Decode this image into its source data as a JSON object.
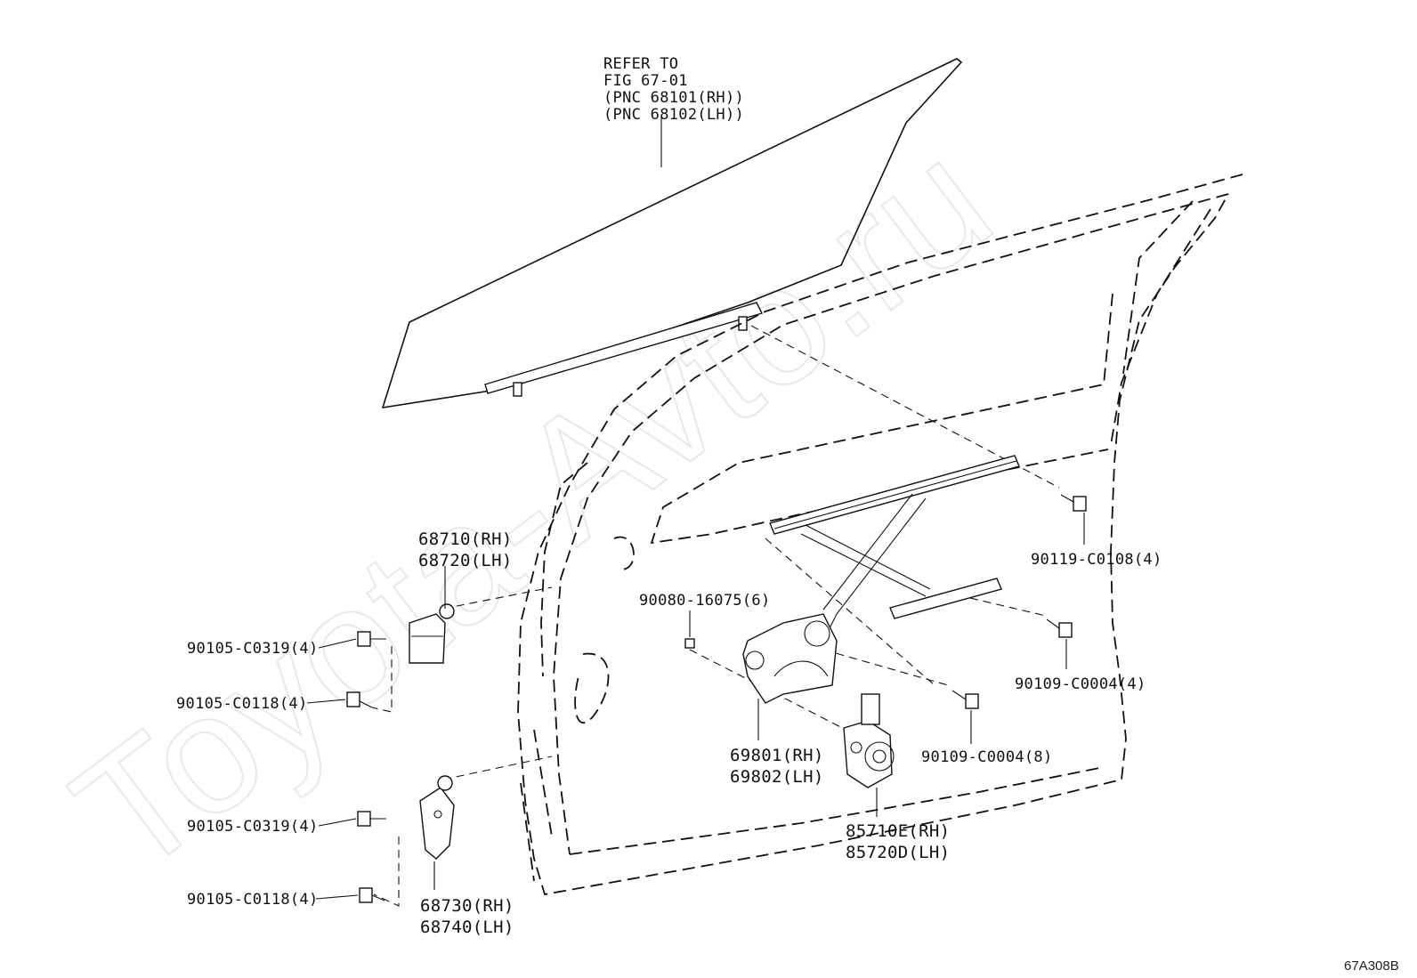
{
  "watermark": "Toyota-Avto.ru",
  "figure_id": "67A308B",
  "glass_note": {
    "lines": [
      "REFER TO",
      "FIG 67-01",
      "(PNC 68101(RH))",
      "(PNC 68102(LH))"
    ]
  },
  "labels": {
    "hinge_upper_rh": "68710(RH)",
    "hinge_upper_lh": "68720(LH)",
    "hinge_lower_rh": "68730(RH)",
    "hinge_lower_lh": "68740(LH)",
    "regulator_rh": "69801(RH)",
    "regulator_lh": "69802(LH)",
    "motor_rh": "85710E(RH)",
    "motor_lh": "85720D(LH)",
    "bolt_upper_a": "90105-C0319(4)",
    "bolt_upper_b": "90105-C0118(4)",
    "bolt_lower_a": "90105-C0319(4)",
    "bolt_lower_b": "90105-C0118(4)",
    "screw_regulator": "90080-16075(6)",
    "bolt_channel": "90119-C0108(4)",
    "bolt_rail": "90109-C0004(4)",
    "bolt_motor": "90109-C0004(8)"
  }
}
